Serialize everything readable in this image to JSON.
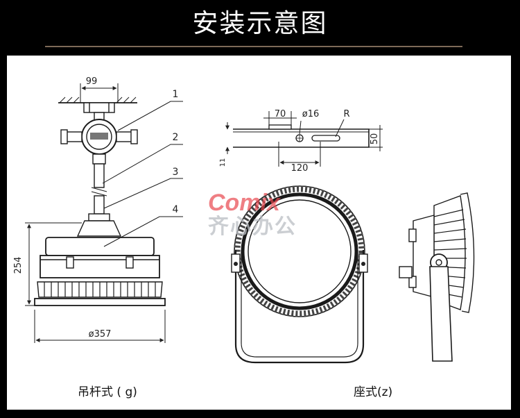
{
  "page": {
    "title": "安装示意图"
  },
  "pendant": {
    "caption": "吊杆式 ( g)",
    "dim_top": "99",
    "dim_height": "254",
    "dim_diameter": "ø357",
    "callouts": [
      "1",
      "2",
      "3",
      "4"
    ]
  },
  "bracket": {
    "dim_70": "70",
    "dim_hole": "ø16",
    "dim_r": "R",
    "dim_50": "50",
    "dim_120": "120",
    "dim_thickness": "11"
  },
  "seat": {
    "caption": "座式(z)"
  },
  "watermark": {
    "latin": "Comix",
    "chinese": "齐心办公"
  },
  "colors": {
    "line": "#1a1a1a",
    "watermark_red": "#e8474f",
    "watermark_gray": "#c9ccd1"
  }
}
